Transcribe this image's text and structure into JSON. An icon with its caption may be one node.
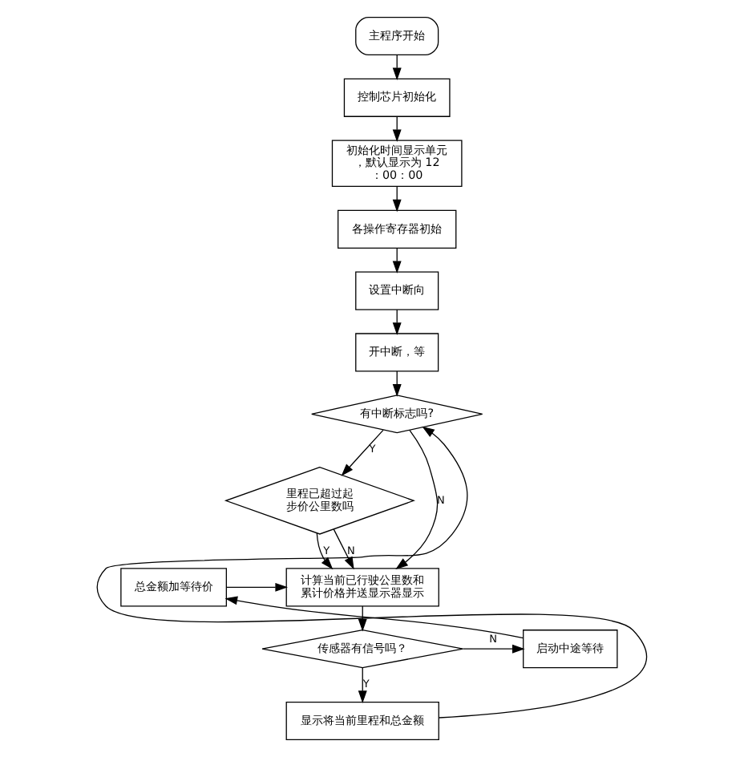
{
  "diagram": {
    "nodes": [
      {
        "text": [
          "主程序开始"
        ]
      },
      {
        "text": [
          "控制芯片初始化"
        ]
      },
      {
        "text": [
          "初始化时间显示单元，默认显示为 12：00：00"
        ]
      },
      {
        "text": [
          "各操作寄存器初始"
        ]
      },
      {
        "text": [
          "设置中断向"
        ]
      },
      {
        "text": [
          "开中断，等"
        ]
      },
      {
        "text": [
          "有中断标志吗?"
        ]
      },
      {
        "text": [
          "里程已超过起步价公里数吗"
        ]
      },
      {
        "text": [
          "计算当前已行驶公里数和累计价格并送显示器显示"
        ]
      },
      {
        "text": [
          "传感器有信号吗？"
        ]
      },
      {
        "text": [
          "显示将当前里程和总金额"
        ]
      },
      {
        "text": [
          "启动中途等待"
        ]
      },
      {
        "text": [
          "总金额加等待价"
        ]
      }
    ],
    "edges": [
      {
        "from": 0,
        "to": 1,
        "arrow": "to"
      },
      {
        "from": 1,
        "to": 2,
        "arrow": "to"
      },
      {
        "from": 2,
        "to": 3,
        "arrow": "to"
      },
      {
        "from": 3,
        "to": 4,
        "arrow": "to"
      },
      {
        "from": 4,
        "to": 5,
        "arrow": "to"
      },
      {
        "from": 5,
        "to": 6,
        "arrow": "to"
      },
      {
        "from": 6,
        "to": 7,
        "arrow": "to",
        "label": "Y"
      },
      {
        "from": 6,
        "to": 8,
        "arrow": "to",
        "label": "N"
      },
      {
        "from": 7,
        "to": 8,
        "arrow": "to",
        "label": "Y"
      },
      {
        "from": 7,
        "to": 8,
        "arrow": "to",
        "label": "N"
      },
      {
        "from": 12,
        "to": 8,
        "arrow": "to"
      },
      {
        "from": 8,
        "to": 9,
        "arrow": "to"
      },
      {
        "from": 9,
        "to": 11,
        "arrow": "to",
        "label": "N"
      },
      {
        "from": 9,
        "to": 10,
        "arrow": "to",
        "label": "Y"
      },
      {
        "from": 11,
        "to": 12,
        "arrow": "to"
      },
      {
        "from": 10,
        "to": 6,
        "arrow": "to"
      }
    ]
  }
}
